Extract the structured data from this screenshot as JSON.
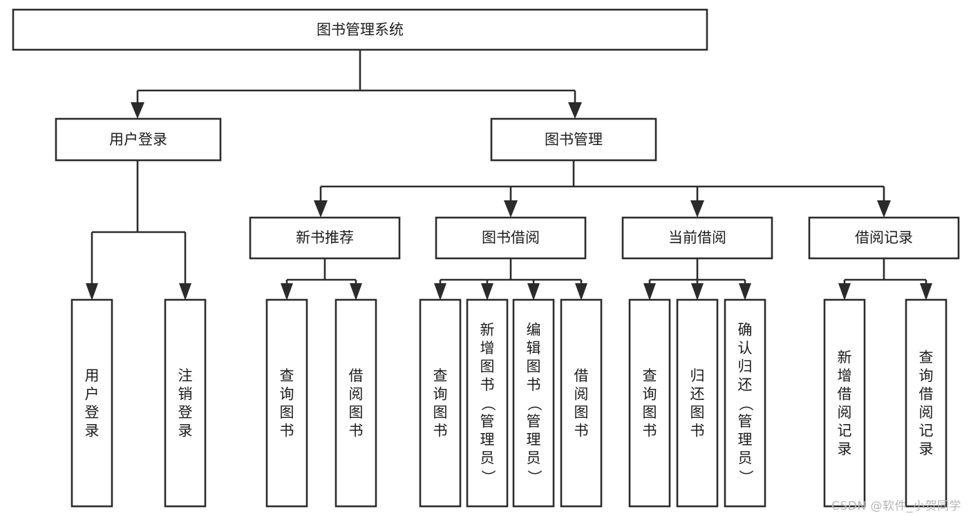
{
  "diagram": {
    "type": "tree-hierarchy-diagram",
    "title": "图书管理系统",
    "watermark": "CSDN @软件_小贺同学",
    "colors": {
      "stroke": "#2b2b2b",
      "fill": "#ffffff",
      "text": "#1b1b1b",
      "watermark": "#b6b6b6",
      "background": "#ffffff"
    },
    "levels": {
      "root": {
        "label": "图书管理系统",
        "orientation": "horizontal"
      },
      "level2": [
        {
          "id": "user-login",
          "label": "用户登录",
          "orientation": "horizontal"
        },
        {
          "id": "book-manage",
          "label": "图书管理",
          "orientation": "horizontal"
        }
      ],
      "level3": [
        {
          "id": "new-book-recommend",
          "label": "新书推荐",
          "orientation": "horizontal",
          "parent": "book-manage"
        },
        {
          "id": "book-borrow",
          "label": "图书借阅",
          "orientation": "horizontal",
          "parent": "book-manage"
        },
        {
          "id": "current-borrow",
          "label": "当前借阅",
          "orientation": "horizontal",
          "parent": "book-manage"
        },
        {
          "id": "borrow-record",
          "label": "借阅记录",
          "orientation": "horizontal",
          "parent": "book-manage"
        }
      ],
      "leaves": [
        {
          "id": "leaf-user-login",
          "label": "用户登录",
          "orientation": "vertical",
          "parent": "user-login"
        },
        {
          "id": "leaf-user-logout",
          "label": "注销登录",
          "orientation": "vertical",
          "parent": "user-login"
        },
        {
          "id": "leaf-query-book-1",
          "label": "查询图书",
          "orientation": "vertical",
          "parent": "new-book-recommend"
        },
        {
          "id": "leaf-borrow-book-1",
          "label": "借阅图书",
          "orientation": "vertical",
          "parent": "new-book-recommend"
        },
        {
          "id": "leaf-query-book-2",
          "label": "查询图书",
          "orientation": "vertical",
          "parent": "book-borrow"
        },
        {
          "id": "leaf-add-book",
          "label": "新增图书（管理员）",
          "orientation": "vertical",
          "parent": "book-borrow"
        },
        {
          "id": "leaf-edit-book",
          "label": "编辑图书（管理员）",
          "orientation": "vertical",
          "parent": "book-borrow"
        },
        {
          "id": "leaf-borrow-book-2",
          "label": "借阅图书",
          "orientation": "vertical",
          "parent": "book-borrow"
        },
        {
          "id": "leaf-query-book-3",
          "label": "查询图书",
          "orientation": "vertical",
          "parent": "current-borrow"
        },
        {
          "id": "leaf-return-book",
          "label": "归还图书",
          "orientation": "vertical",
          "parent": "current-borrow"
        },
        {
          "id": "leaf-confirm-return",
          "label": "确认归还（管理员）",
          "orientation": "vertical",
          "parent": "current-borrow"
        },
        {
          "id": "leaf-add-record",
          "label": "新增借阅记录",
          "orientation": "vertical",
          "parent": "borrow-record"
        },
        {
          "id": "leaf-query-record",
          "label": "查询借阅记录",
          "orientation": "vertical",
          "parent": "borrow-record"
        }
      ]
    }
  }
}
